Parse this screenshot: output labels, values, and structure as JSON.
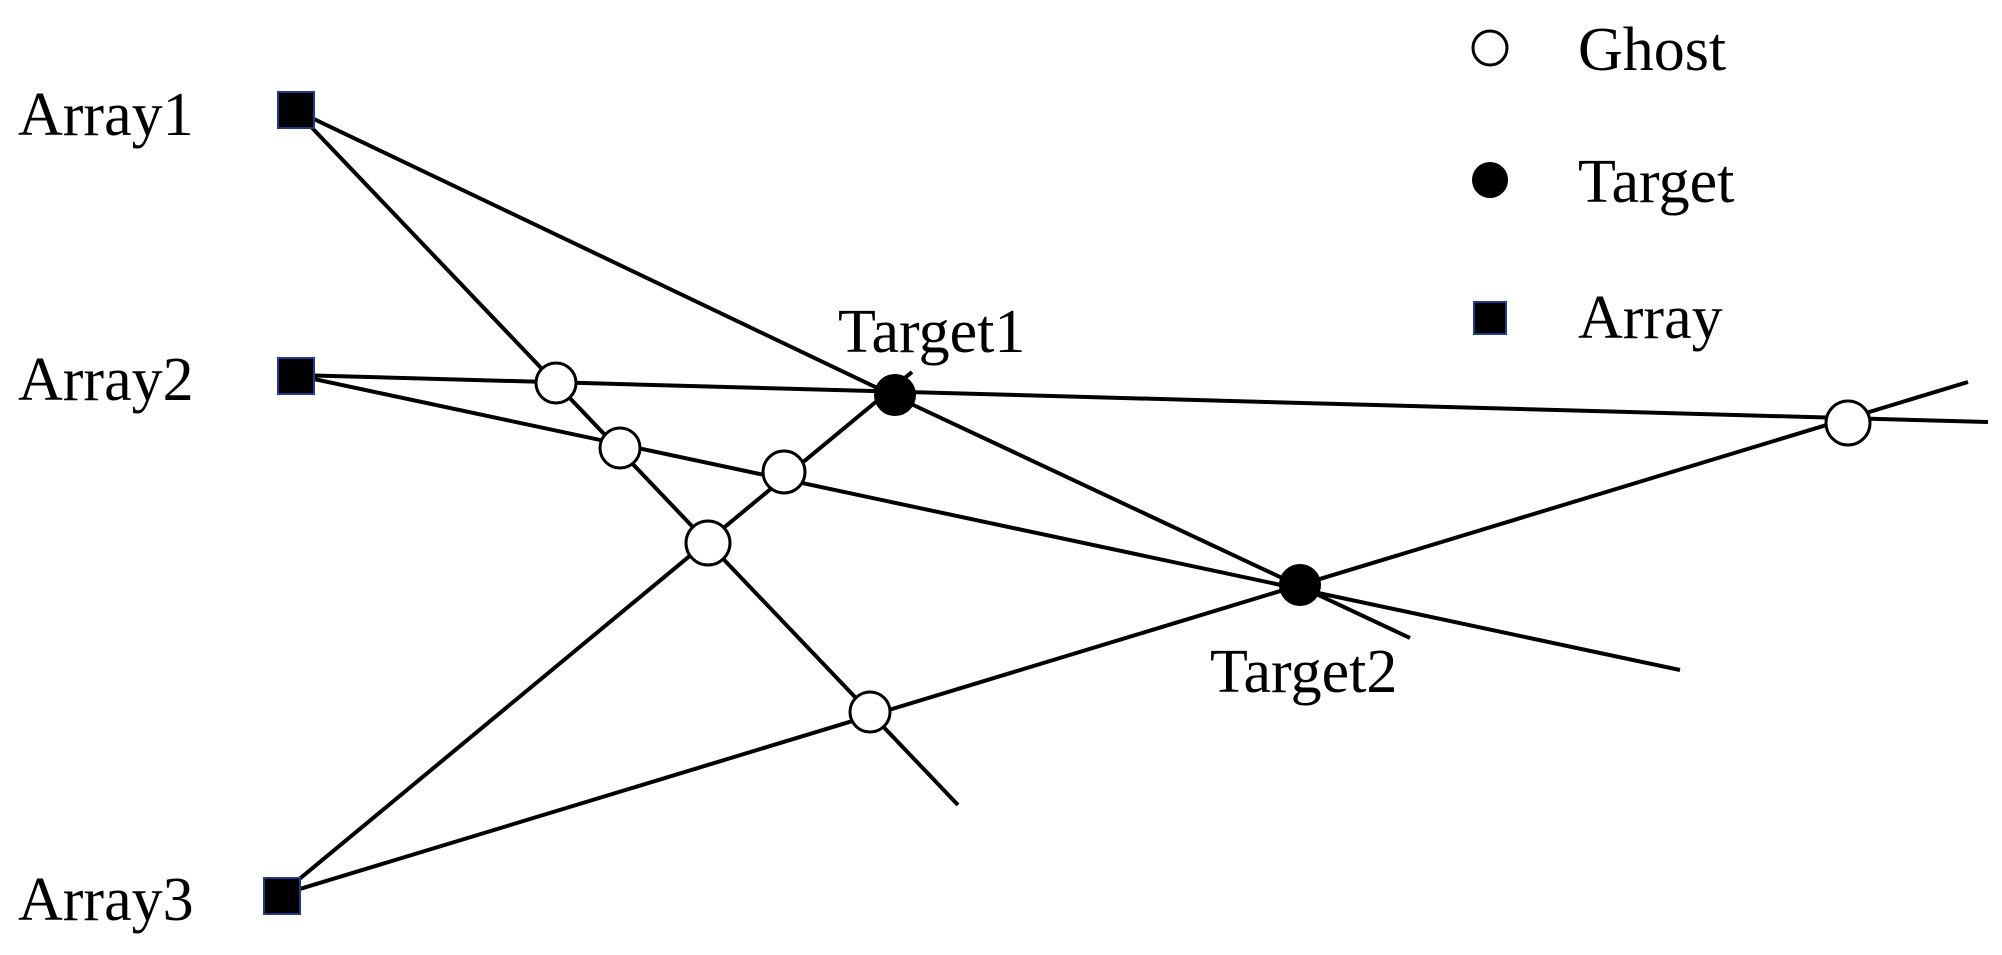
{
  "arrays": [
    {
      "label": "Array1"
    },
    {
      "label": "Array2"
    },
    {
      "label": "Array3"
    }
  ],
  "targets": [
    {
      "label": "Target1"
    },
    {
      "label": "Target2"
    }
  ],
  "legend": {
    "ghost_label": "Ghost",
    "target_label": "Target",
    "array_label": "Array"
  },
  "colors": {
    "line": "#000000",
    "array_marker": "#000000",
    "array_marker_border": "#1f3a8a",
    "ghost_fill": "#ffffff",
    "target_fill": "#000000"
  }
}
